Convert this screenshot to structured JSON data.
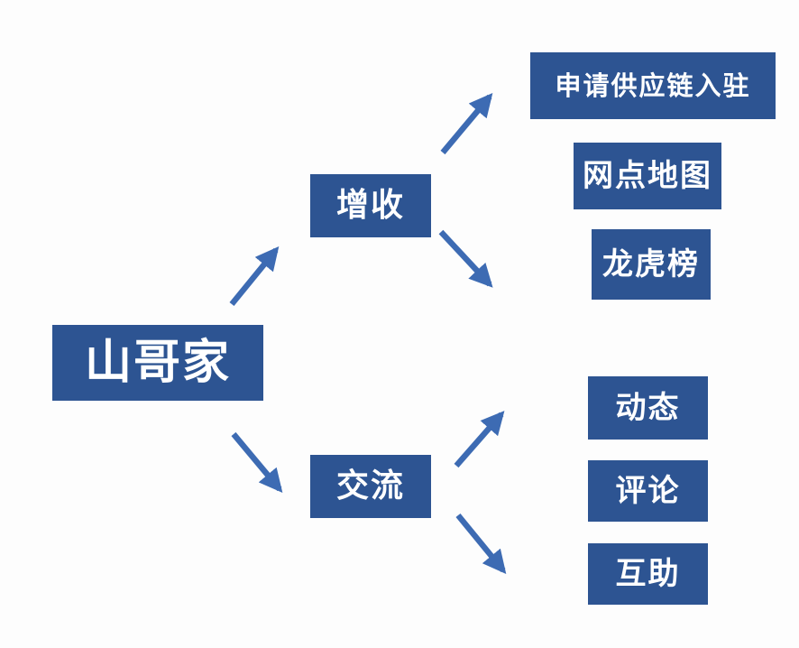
{
  "diagram": {
    "type": "mind-map",
    "colors": {
      "node_fill": "#2d5492",
      "node_text": "#ffffff",
      "arrow": "#3d6bb3",
      "background": "#fdfdfd"
    },
    "nodes": {
      "root": {
        "label": "山哥家"
      },
      "zengshou": {
        "label": "增收"
      },
      "jiaoliu": {
        "label": "交流"
      },
      "supply": {
        "label": "申请供应链入驻"
      },
      "map": {
        "label": "网点地图"
      },
      "rank": {
        "label": "龙虎榜"
      },
      "dongtai": {
        "label": "动态"
      },
      "pinglun": {
        "label": "评论"
      },
      "huzhu": {
        "label": "互助"
      }
    },
    "edges": [
      {
        "from": "山哥家",
        "to": "增收"
      },
      {
        "from": "山哥家",
        "to": "交流"
      },
      {
        "from": "增收",
        "to": "申请供应链入驻"
      },
      {
        "from": "增收",
        "to": "龙虎榜"
      },
      {
        "from": "交流",
        "to": "动态"
      },
      {
        "from": "交流",
        "to": "互助"
      }
    ]
  }
}
